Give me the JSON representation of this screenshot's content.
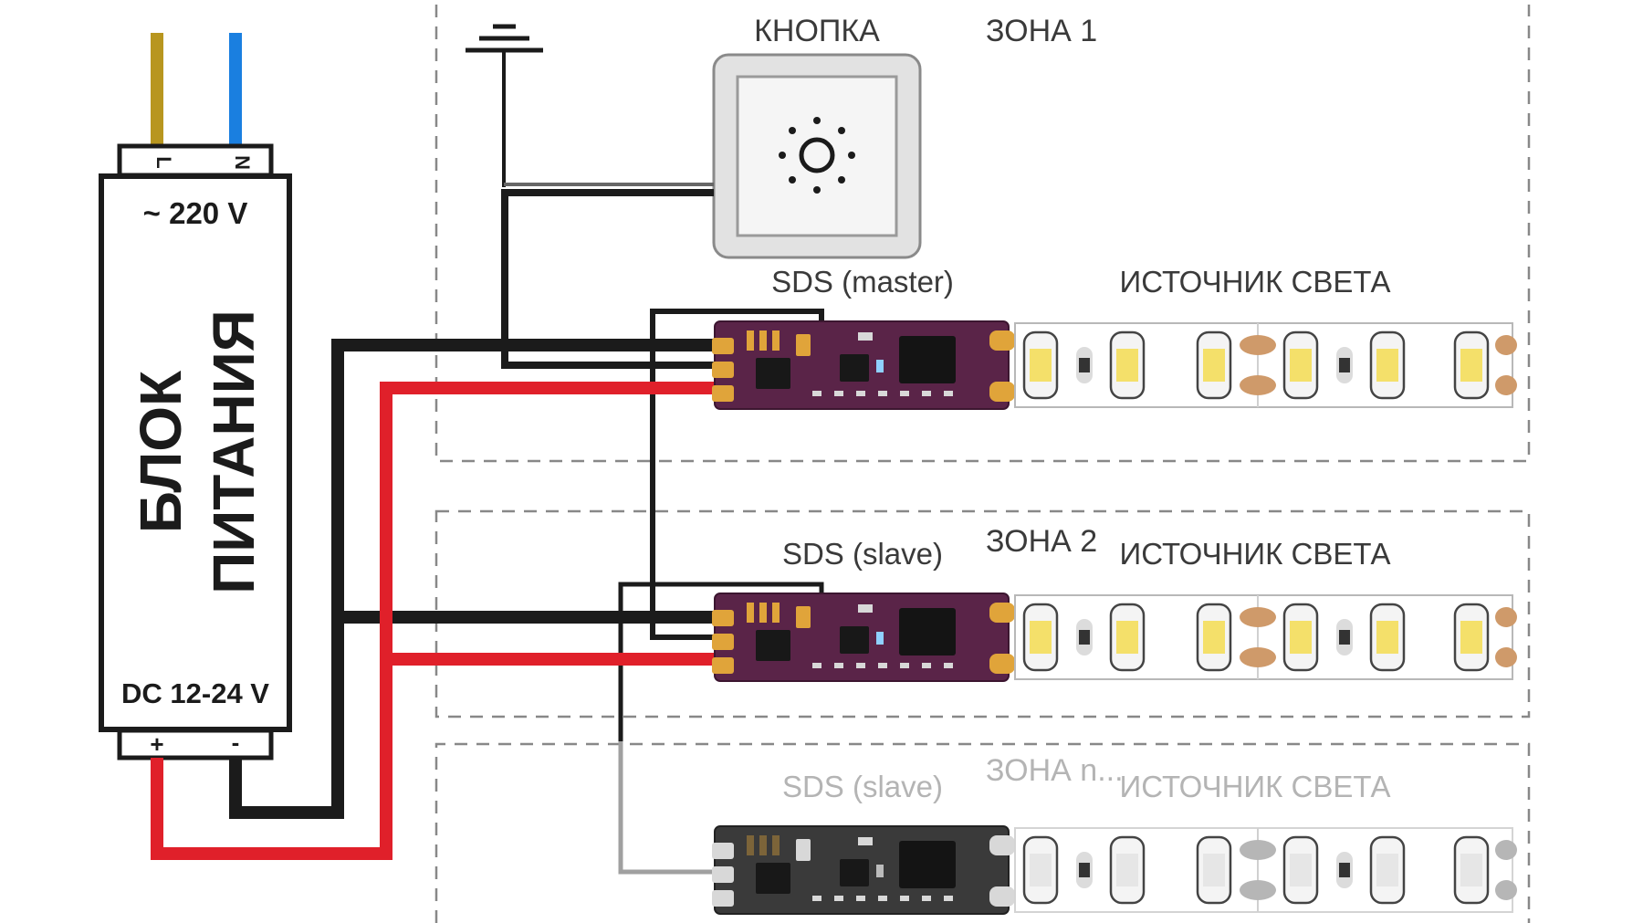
{
  "colors": {
    "live_wire": "#b8961f",
    "neutral_wire": "#1a7fe0",
    "positive_wire": "#e0202a",
    "negative_wire": "#1b1b1b",
    "slave_n_wire": "#a0a0a0",
    "pcb_active": "#5a2448",
    "pcb_inactive": "#3a3a3a",
    "led_lit": "#f4e06a",
    "zone_border": "#888888"
  },
  "power_supply": {
    "terminal_l": "L",
    "terminal_n": "N",
    "input_voltage": "~ 220 V",
    "title_line1": "БЛОК",
    "title_line2": "ПИТАНИЯ",
    "output_voltage": "DC 12-24 V",
    "terminal_plus": "+",
    "terminal_minus": "-"
  },
  "button": {
    "label": "КНОПКА",
    "icon": "sun-icon"
  },
  "ground": {
    "icon": "ground-icon"
  },
  "zones": [
    {
      "label": "ЗОНА 1",
      "controller": "SDS (master)",
      "light": "ИСТОЧНИК СВЕТА",
      "active": true
    },
    {
      "label": "ЗОНА 2",
      "controller": "SDS (slave)",
      "light": "ИСТОЧНИК СВЕТА",
      "active": true
    },
    {
      "label": "ЗОНА n...",
      "controller": "SDS (slave)",
      "light": "ИСТОЧНИК СВЕТА",
      "active": false
    }
  ]
}
